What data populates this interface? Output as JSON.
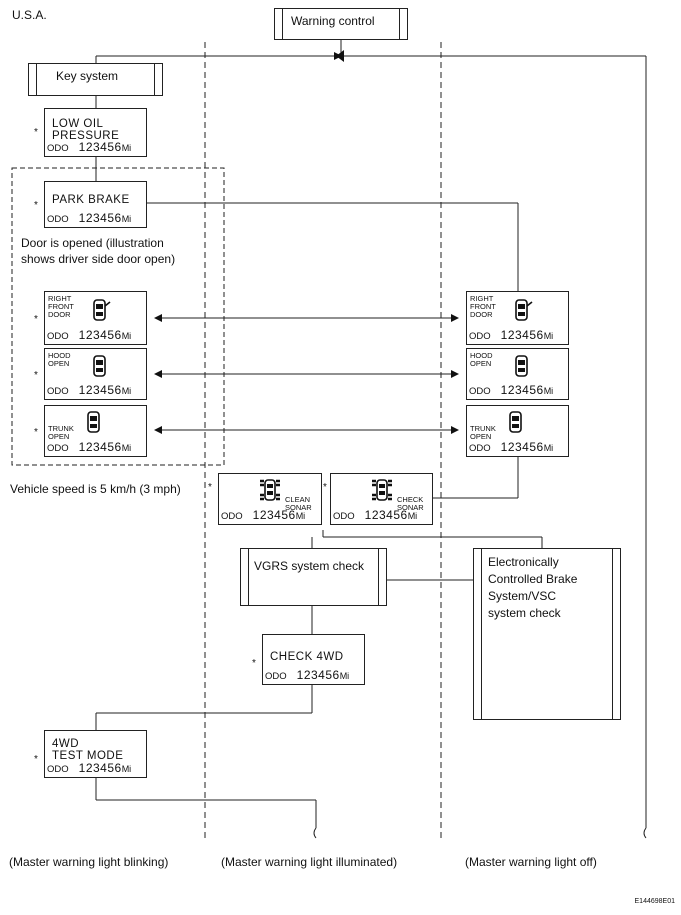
{
  "region": "U.S.A.",
  "warning_control": "Warning control",
  "key_system": "Key system",
  "asterisk": "*",
  "displays": {
    "low_oil": {
      "title": "LOW OIL\nPRESSURE",
      "odo": "ODO",
      "value": "123456",
      "unit": "Mi"
    },
    "park_brake": {
      "title": "PARK BRAKE",
      "odo": "ODO",
      "value": "123456",
      "unit": "Mi"
    },
    "right_door_left": {
      "title": "RIGHT\nFRONT\nDOOR",
      "odo": "ODO",
      "value": "123456",
      "unit": "Mi"
    },
    "hood_left": {
      "title": "HOOD\nOPEN",
      "odo": "ODO",
      "value": "123456",
      "unit": "Mi"
    },
    "trunk_left": {
      "title": "TRUNK\nOPEN",
      "odo": "ODO",
      "value": "123456",
      "unit": "Mi"
    },
    "right_door_right": {
      "title": "RIGHT\nFRONT\nDOOR",
      "odo": "ODO",
      "value": "123456",
      "unit": "Mi"
    },
    "hood_right": {
      "title": "HOOD\nOPEN",
      "odo": "ODO",
      "value": "123456",
      "unit": "Mi"
    },
    "trunk_right": {
      "title": "TRUNK\nOPEN",
      "odo": "ODO",
      "value": "123456",
      "unit": "Mi"
    },
    "clean_sonar": {
      "title": "CLEAN\nSONAR",
      "odo": "ODO",
      "value": "123456",
      "unit": "Mi"
    },
    "check_sonar": {
      "title": "CHECK\nSONAR",
      "odo": "ODO",
      "value": "123456",
      "unit": "Mi"
    },
    "check_4wd": {
      "title": "CHECK 4WD",
      "odo": "ODO",
      "value": "123456",
      "unit": "Mi"
    },
    "test_mode": {
      "title": "4WD\nTEST MODE",
      "odo": "ODO",
      "value": "123456",
      "unit": "Mi"
    }
  },
  "door_note": "Door is opened (illustration\nshows driver side door open)",
  "speed_note": "Vehicle speed is 5 km/h (3 mph)",
  "vgrs": "VGRS system check",
  "ecb": "Electronically\nControlled Brake\nSystem/VSC\nsystem check",
  "captions": {
    "blinking": "(Master warning light blinking)",
    "illuminated": "(Master warning light illuminated)",
    "off": "(Master warning light off)"
  },
  "figure_id": "E144698E01"
}
